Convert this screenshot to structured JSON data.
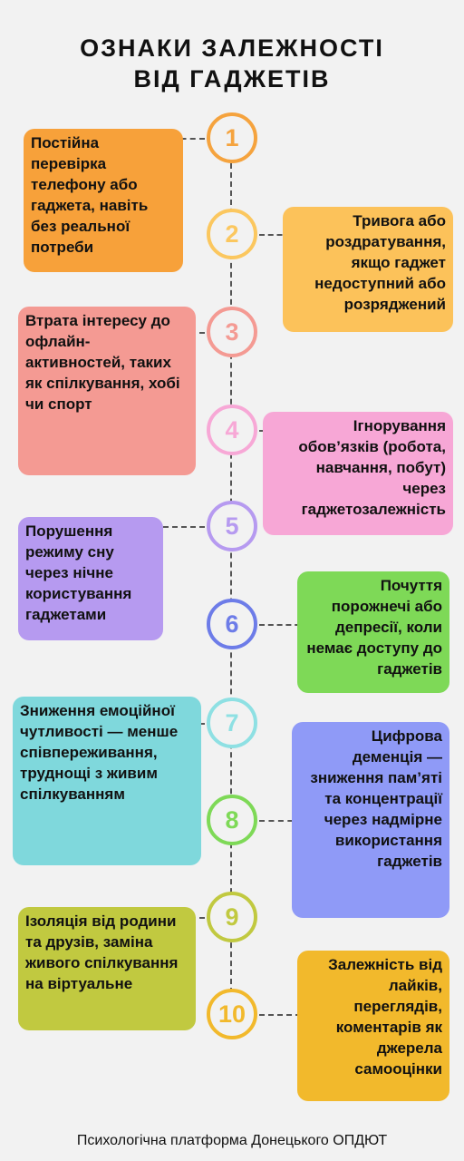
{
  "title": {
    "line1": "ОЗНАКИ ЗАЛЕЖНОСТІ",
    "line2": "ВІД ГАДЖЕТІВ"
  },
  "items": [
    {
      "number": "1",
      "text": "Постійна перевірка телефону або гаджета, навіть без реальної потреби",
      "color": "#f7a13a"
    },
    {
      "number": "2",
      "text": "Тривога або роздратування, якщо гаджет недоступний або розряджений",
      "color": "#fcc25a"
    },
    {
      "number": "3",
      "text": "Втрата інтересу до офлайн-активностей, таких як спілкування, хобі чи спорт",
      "color": "#f49a93"
    },
    {
      "number": "4",
      "text": "Ігнорування обов’язків (робота, навчання, побут) через гаджетозалежність",
      "color": "#f7a7d6"
    },
    {
      "number": "5",
      "text": "Порушення режиму сну через нічне користування гаджетами",
      "color": "#b69af0"
    },
    {
      "number": "6",
      "text": "Почуття порожнечі або депресії, коли немає доступу до гаджетів",
      "color": "#7ed957"
    },
    {
      "number": "7",
      "text": "Зниження емоційної чутливості — менше співпереживання, труднощі з живим спілкуванням",
      "color": "#7fd8dc"
    },
    {
      "number": "8",
      "text": "Цифрова деменція — зниження пам’яті та концентрації через надмірне використання гаджетів",
      "color": "#8f9af7"
    },
    {
      "number": "9",
      "text": "Ізоляція від родини та друзів, заміна живого спілкування на віртуальне",
      "color": "#c1c940"
    },
    {
      "number": "10",
      "text": "Залежність від лайків, переглядів, коментарів як джерела самооцінки",
      "color": "#f2b92c"
    }
  ],
  "circle_colors": [
    "#f5a33e",
    "#fbc75f",
    "#f49a93",
    "#f7a8d6",
    "#b69af0",
    "#6d7ce8",
    "#8ee0e3",
    "#7ed957",
    "#c1c940",
    "#f2b92c"
  ],
  "footer": "Психологічна платформа Донецького ОПДЮТ"
}
